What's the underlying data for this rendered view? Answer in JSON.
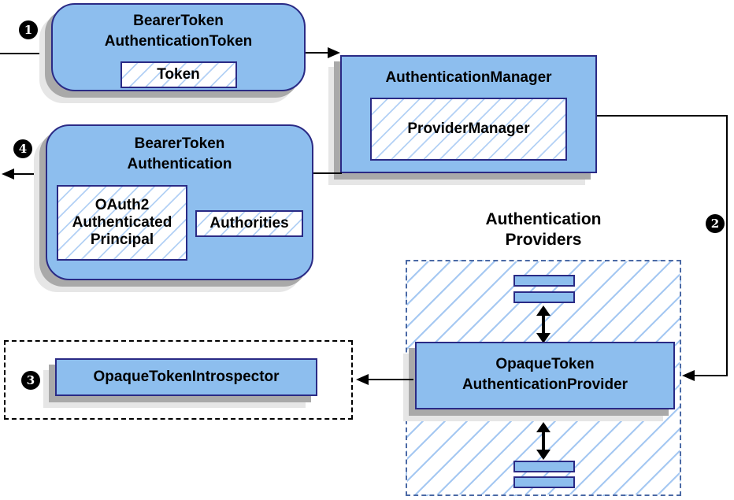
{
  "colors": {
    "node_fill": "#8dbeee",
    "node_border": "#2a2a85",
    "hatch_line": "#a5c8f2",
    "providers_dashed_border": "#4a69a5",
    "shadow_dark": "#a9a9a9",
    "shadow_light": "#e6e6e6",
    "connector": "#000000"
  },
  "badges": {
    "step1": "1",
    "step2": "2",
    "step3": "3",
    "step4": "4"
  },
  "nodes": {
    "bearer_token_authentication_token": {
      "title1": "BearerToken",
      "title2": "AuthenticationToken",
      "token": "Token"
    },
    "authentication_manager": {
      "title": "AuthenticationManager",
      "provider_manager": "ProviderManager"
    },
    "bearer_token_authentication": {
      "title1": "BearerToken",
      "title2": "Authentication",
      "principal1": "OAuth2",
      "principal2": "Authenticated",
      "principal3": "Principal",
      "authorities": "Authorities"
    },
    "opaque_token_introspector": {
      "title": "OpaqueTokenIntrospector"
    },
    "opaque_token_authentication_provider": {
      "title1": "OpaqueToken",
      "title2": "AuthenticationProvider"
    }
  },
  "labels": {
    "authentication_providers1": "Authentication",
    "authentication_providers2": "Providers"
  }
}
